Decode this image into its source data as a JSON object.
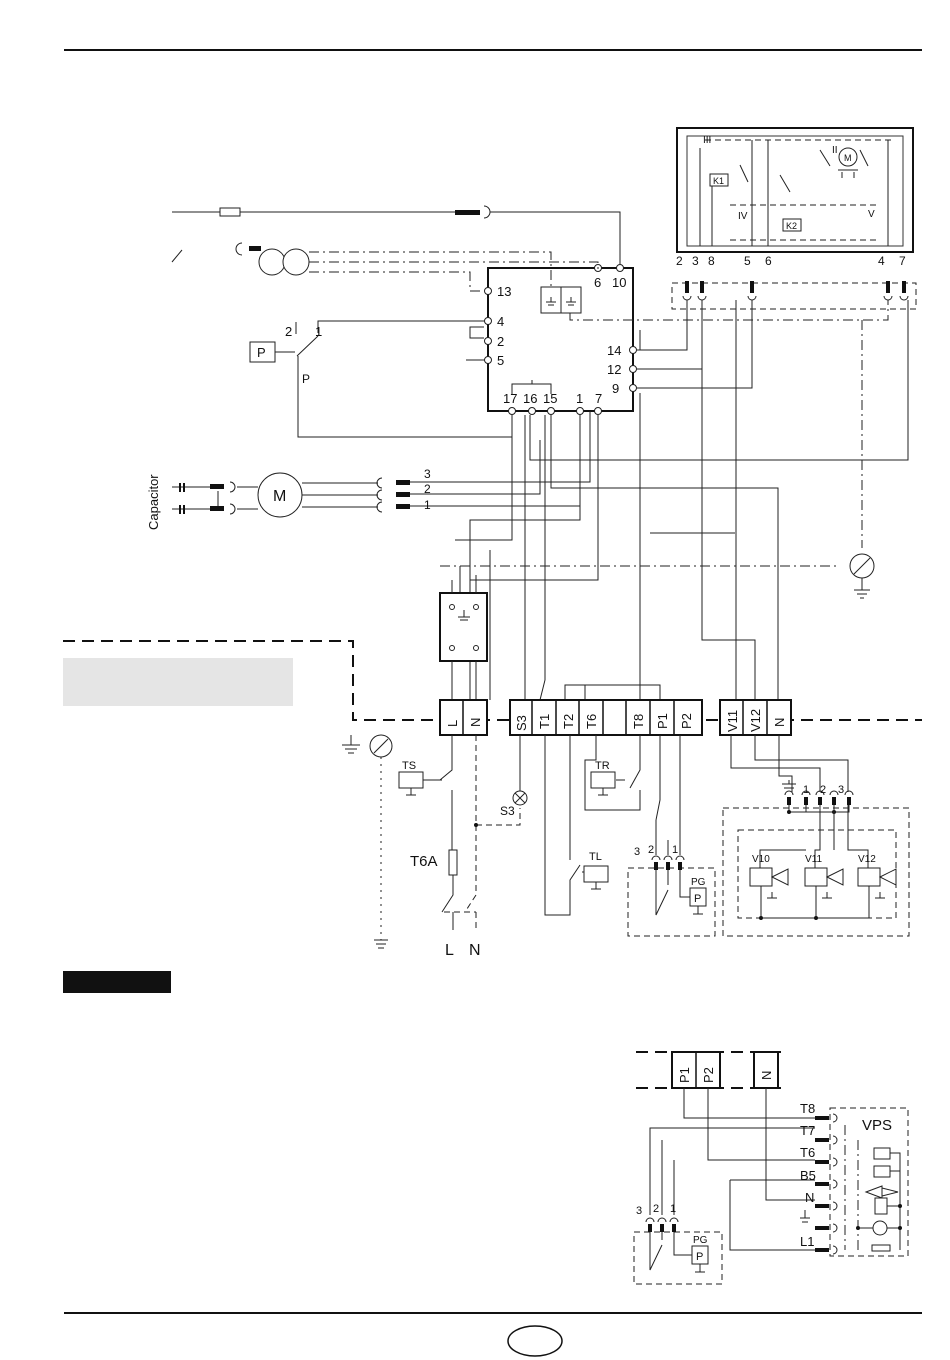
{
  "labels": {
    "capacitor": "Capacitor",
    "t6a": "T6A",
    "l": "L",
    "n": "N",
    "s3_lamp": "S3",
    "p_switch": "P",
    "p_box": "P",
    "motor": "M",
    "ts": "TS",
    "tr": "TR",
    "tl": "TL",
    "pg": "PG",
    "pg2": "PG",
    "vps": "VPS",
    "v10": "V10",
    "v11": "V11",
    "v12": "V12",
    "k1": "K1",
    "k2": "K2",
    "iii": "III",
    "ii": "II",
    "iv": "IV",
    "v": "V"
  },
  "control_box": {
    "left_terminals": [
      "13",
      "4",
      "2",
      "5"
    ],
    "top_terminals": [
      "6",
      "10"
    ],
    "right_terminals": [
      "14",
      "12",
      "9"
    ],
    "bottom_terminals": [
      "17",
      "16",
      "15",
      "1",
      "7"
    ]
  },
  "servo_connector": [
    "2",
    "3",
    "8",
    "5",
    "6",
    "4",
    "7"
  ],
  "motor_connector": [
    "3",
    "2",
    "1"
  ],
  "pressure_switch_contacts": [
    "2",
    "1"
  ],
  "terminal_strip": [
    "L",
    "N",
    "S3",
    "T1",
    "T2",
    "T6",
    "T8",
    "P1",
    "P2",
    "V11",
    "V12",
    "N"
  ],
  "valve_connector": [
    "1",
    "2",
    "3"
  ],
  "pg_connector": [
    "3",
    "2",
    "1"
  ],
  "lower": {
    "terminals": [
      "P1",
      "P2",
      "N"
    ],
    "vps_pins": [
      "T8",
      "T7",
      "T6",
      "B5",
      "N",
      "L1"
    ],
    "pg_connector": [
      "3",
      "2",
      "1"
    ]
  }
}
